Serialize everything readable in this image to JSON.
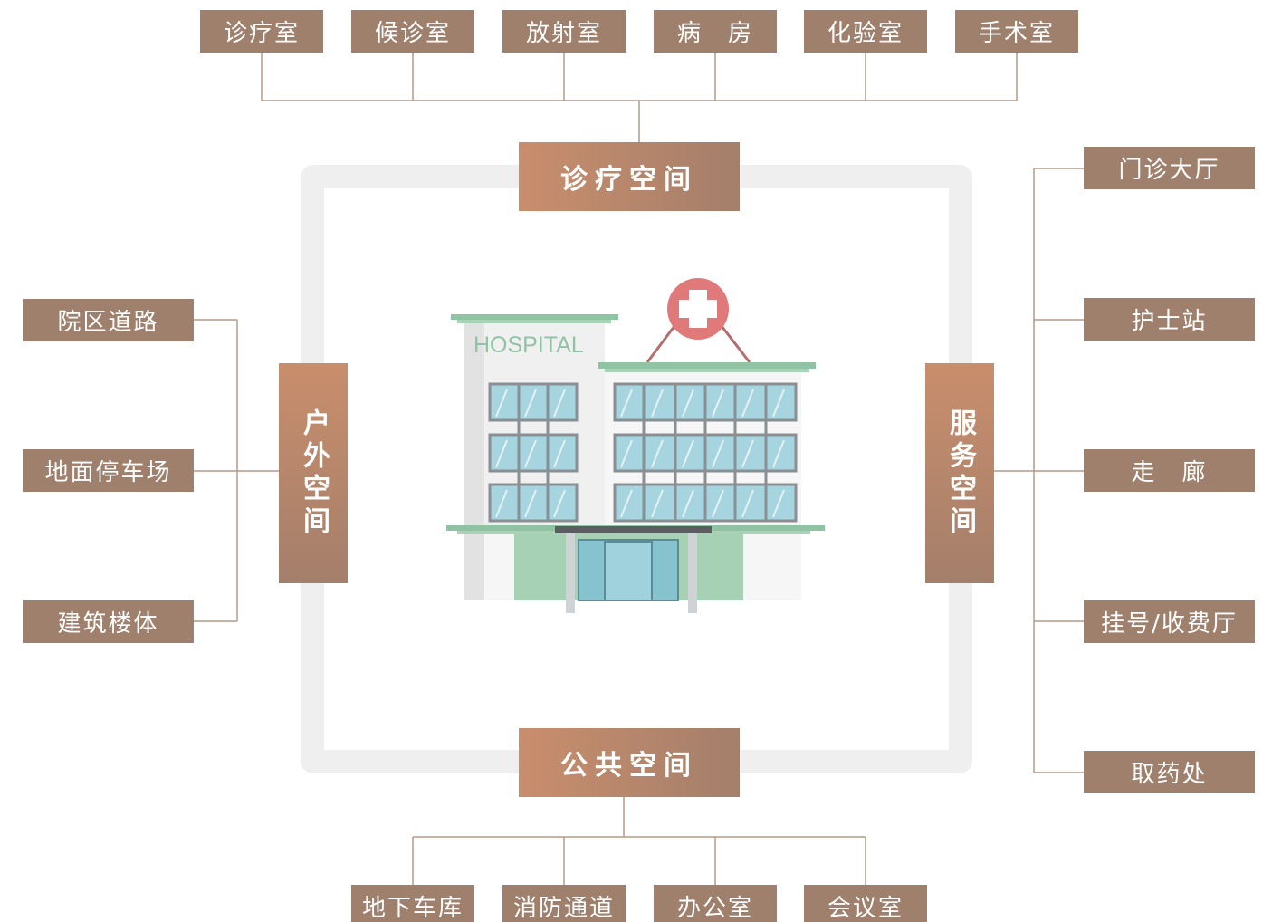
{
  "categories": {
    "top": "诊疗空间",
    "bottom": "公共空间",
    "left": "户外空间",
    "right": "服务空间"
  },
  "top_items": [
    "诊疗室",
    "候诊室",
    "放射室",
    "病　房",
    "化验室",
    "手术室"
  ],
  "bottom_items": [
    "地下车库",
    "消防通道",
    "办公室",
    "会议室"
  ],
  "left_items": [
    "院区道路",
    "地面停车场",
    "建筑楼体"
  ],
  "right_items": [
    "门诊大厅",
    "护士站",
    "走　廊",
    "挂号/收费厅",
    "取药处"
  ],
  "hospital": {
    "sign": "HOSPITAL"
  },
  "colors": {
    "leaf": "#9e806c",
    "category_gradient_start": "#c98e6c",
    "category_gradient_end": "#a47f6b",
    "connector": "#b59a88",
    "frame": "#efefef",
    "roof_green": "#8fc3a3",
    "window_blue": "#9ccfdc",
    "cross_red": "#e07a7a"
  }
}
